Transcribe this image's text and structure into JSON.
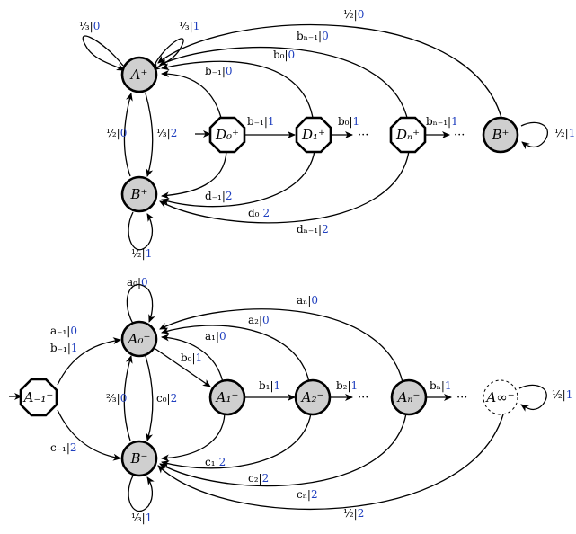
{
  "top": {
    "nodes": {
      "a_plus": "A⁺",
      "b_plus_left": "B⁺",
      "d0": "D₀⁺",
      "d1": "D₁⁺",
      "dn": "Dₙ⁺",
      "b_plus_right": "B⁺"
    },
    "edges": {
      "a_loop_left": "⅓|0",
      "a_loop_right": "⅓|1",
      "a_to_b": "⅓|2",
      "b_to_a": "½|0",
      "b_loop": "½|1",
      "d0_to_a": "b₋₁|0",
      "d0_to_d1": "b₋₁|1",
      "d1_to_a": "b₀|0",
      "d1_to_dn": "b₀|1",
      "dn_to_a": "bₙ₋₁|0",
      "dn_to_bright": "bₙ₋₁|1",
      "bright_to_a": "½|0",
      "bright_loop": "½|1",
      "d0_to_b": "d₋₁|2",
      "d1_to_b": "d₀|2",
      "dn_to_b": "dₙ₋₁|2"
    },
    "ellipsis": "···"
  },
  "bottom": {
    "nodes": {
      "am1": "A₋₁⁻",
      "a0": "A₀⁻",
      "b_minus": "B⁻",
      "a1": "A₁⁻",
      "a2": "A₂⁻",
      "an": "Aₙ⁻",
      "ainf": "A∞⁻"
    },
    "edges": {
      "am1_to_a0_a": "a₋₁|0",
      "am1_to_a0_b": "b₋₁|1",
      "am1_to_b": "c₋₁|2",
      "a0_loop": "a₀|0",
      "a0_to_a1": "b₀|1",
      "a0_to_b": "c₀|2",
      "b_to_a0": "⅔|0",
      "b_loop": "⅓|1",
      "a1_to_a0": "a₁|0",
      "a1_to_a2": "b₁|1",
      "a1_to_b": "c₁|2",
      "a2_to_a0": "a₂|0",
      "a2_to_an": "b₂|1",
      "a2_to_b": "c₂|2",
      "an_to_a0": "aₙ|0",
      "an_to_ainf": "bₙ|1",
      "an_to_b": "cₙ|2",
      "ainf_to_b": "½|2",
      "ainf_loop": "½|1"
    },
    "ellipsis": "···"
  }
}
